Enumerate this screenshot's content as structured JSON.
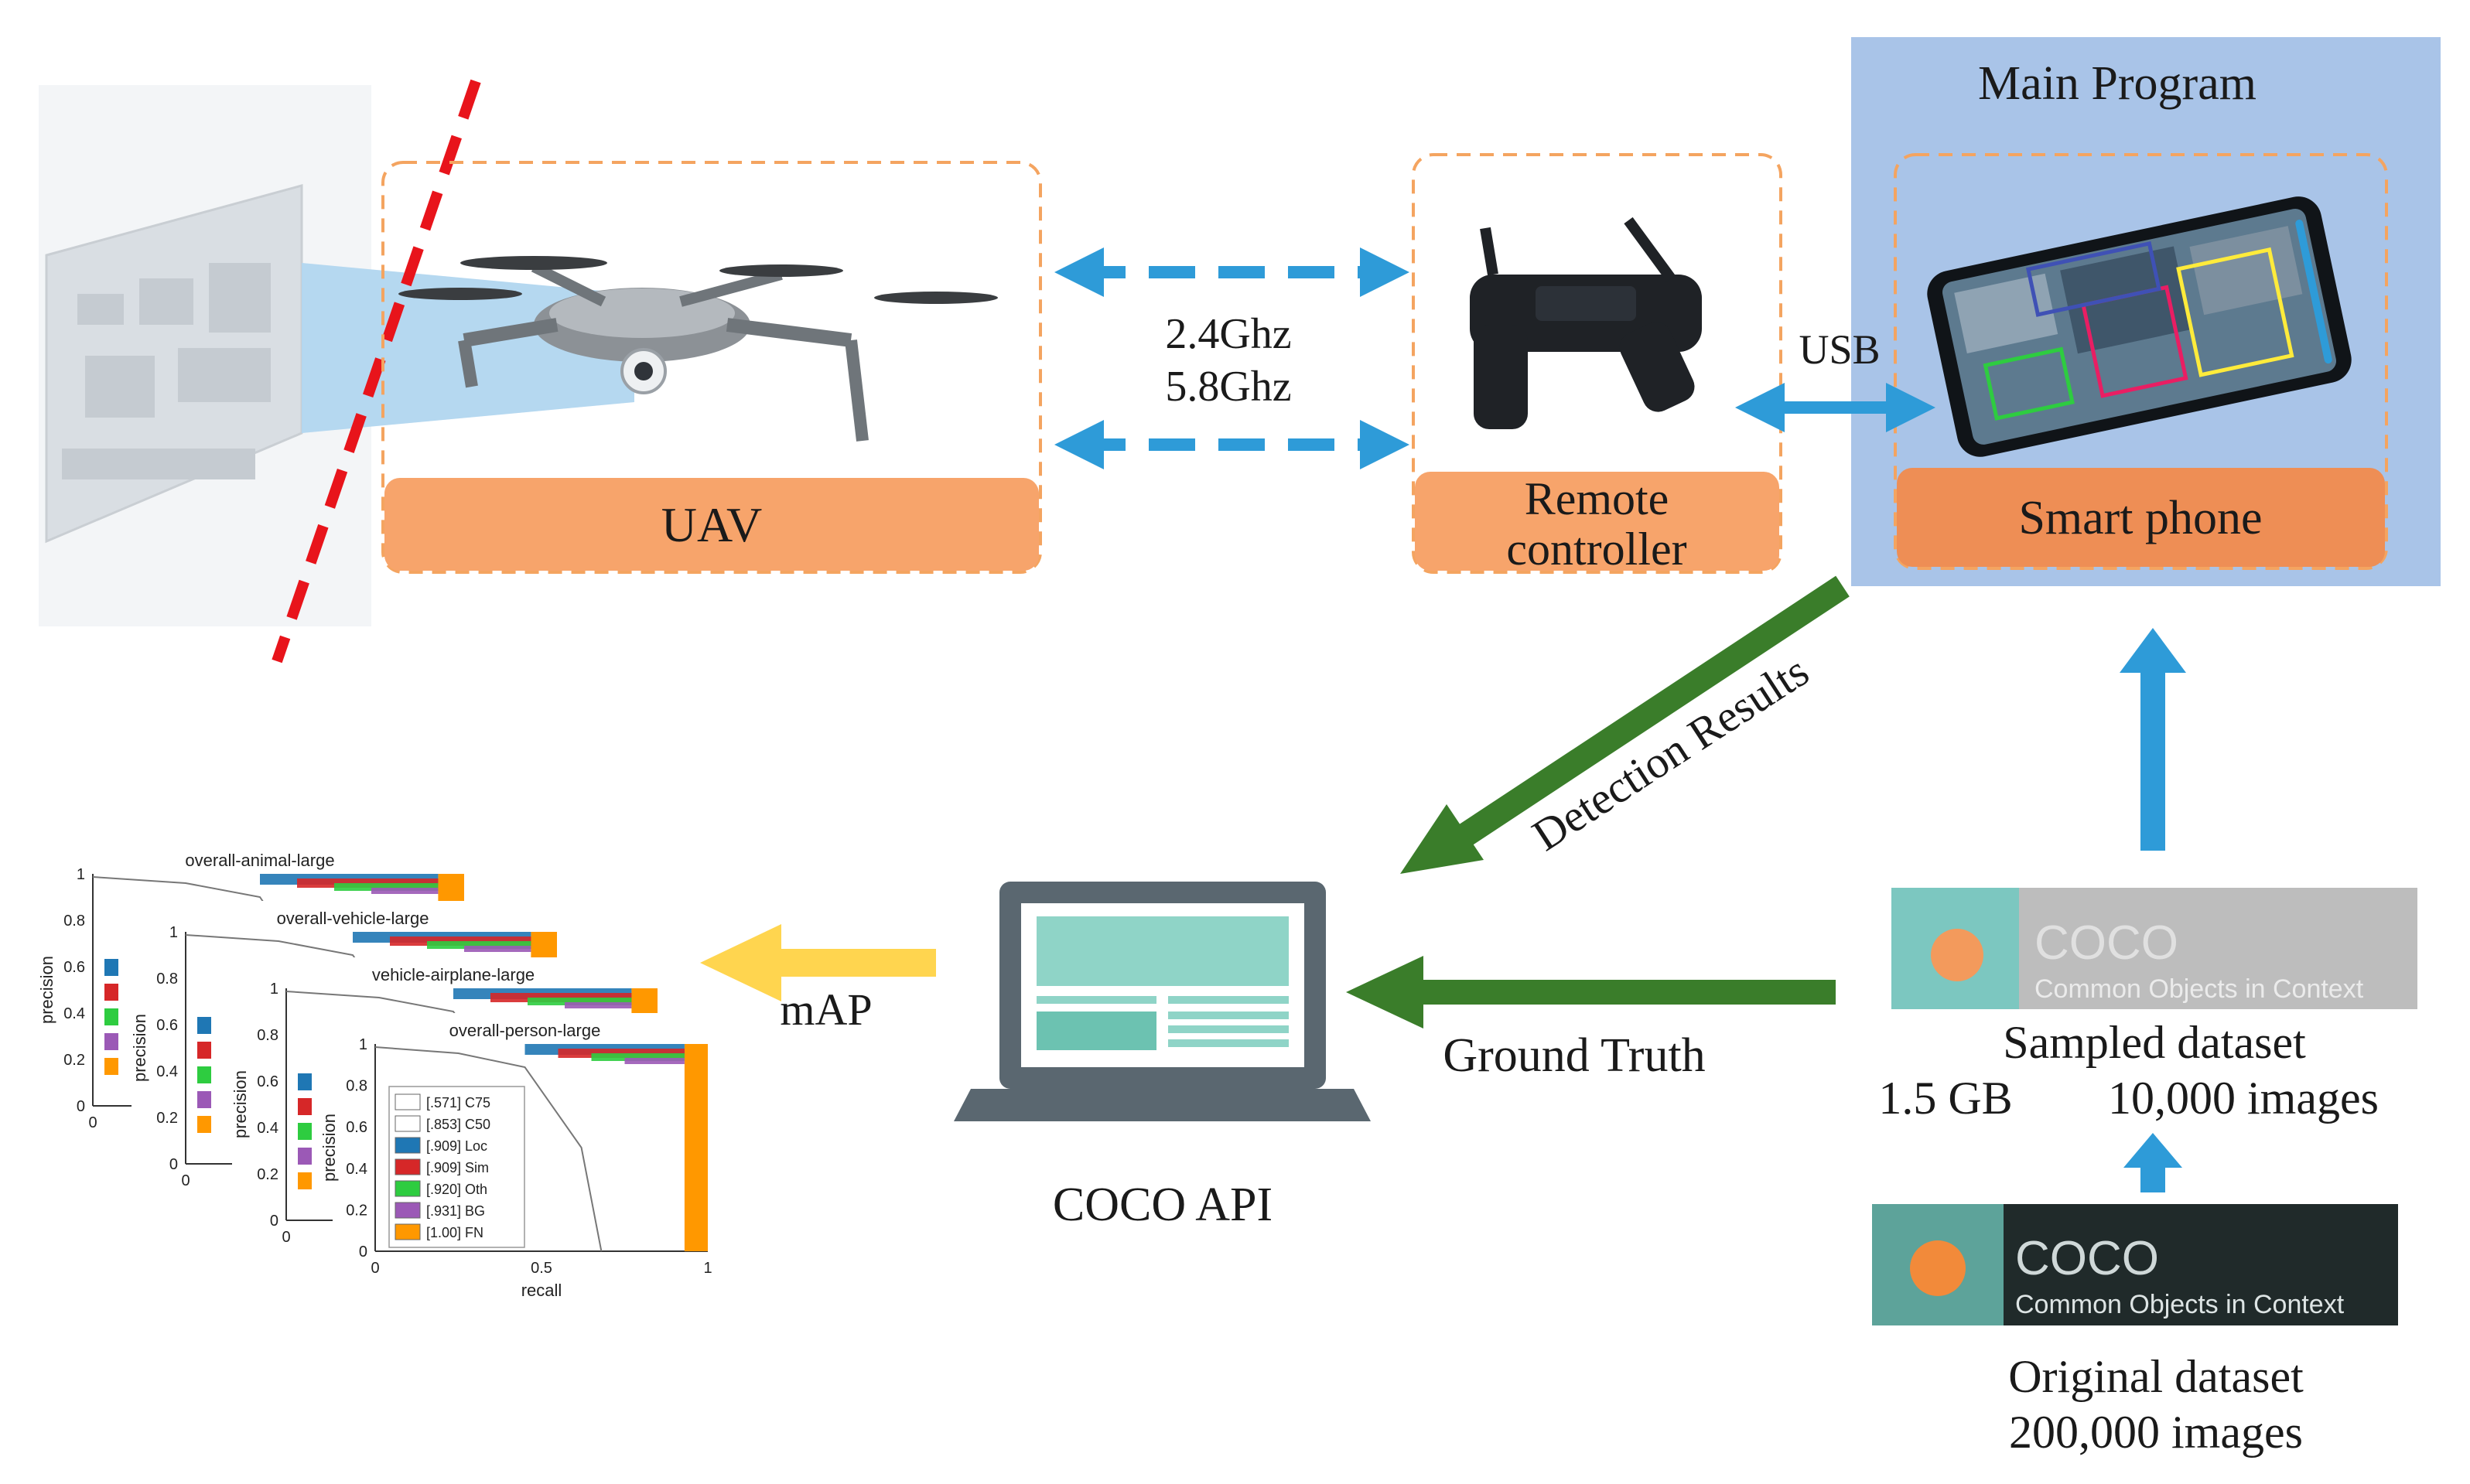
{
  "main_program": {
    "title": "Main Program"
  },
  "uav": {
    "label": "UAV"
  },
  "remote": {
    "label_line1": "Remote",
    "label_line2": "controller"
  },
  "smartphone": {
    "label": "Smart phone"
  },
  "link": {
    "freq1": "2.4Ghz",
    "freq2": "5.8Ghz",
    "usb": "USB"
  },
  "flows": {
    "detection": "Detection Results",
    "ground_truth": "Ground Truth",
    "map": "mAP"
  },
  "laptop": {
    "label": "COCO API"
  },
  "sampled": {
    "logo_title": "COCO",
    "logo_subtitle": "Common Objects in Context",
    "label": "Sampled  dataset",
    "size": "1.5 GB",
    "count": "10,000 images"
  },
  "original": {
    "logo_title": "COCO",
    "logo_subtitle": "Common Objects in Context",
    "label": "Original  dataset",
    "count": "200,000 images"
  },
  "colors": {
    "orange_dash": "#f4a460",
    "orange_fill": "#f7a46b",
    "blue_panel": "#a9c4e8",
    "arrow_blue": "#2e9bd8",
    "arrow_green": "#3a7d2a",
    "arrow_yellow": "#ffd54f",
    "red_dash": "#e8141b",
    "laptop": "#5a6770",
    "laptop_screen": "#8fd4c7"
  },
  "charts": [
    {
      "title": "overall-animal-large",
      "yticks": [
        "1",
        "0.8",
        "0.6",
        "0.4",
        "0.2",
        "0"
      ],
      "ylabel": "precision",
      "xticks": [
        "0"
      ]
    },
    {
      "title": "overall-vehicle-large",
      "yticks": [
        "1",
        "0.8",
        "0.6",
        "0.4",
        "0.2",
        "0"
      ],
      "ylabel": "precision",
      "xticks": [
        "0"
      ]
    },
    {
      "title": "vehicle-airplane-large",
      "yticks": [
        "1",
        "0.8",
        "0.6",
        "0.4",
        "0.2",
        "0"
      ],
      "ylabel": "precision",
      "xticks": [
        "0"
      ]
    },
    {
      "title": "overall-person-large",
      "yticks": [
        "1",
        "0.8",
        "0.6",
        "0.4",
        "0.2",
        "0"
      ],
      "ylabel": "precision",
      "xlabel": "recall",
      "xticks": [
        "0",
        "0.5",
        "1"
      ],
      "legend": [
        {
          "label": "[.571] C75",
          "color": "#ffffff"
        },
        {
          "label": "[.853] C50",
          "color": "#ffffff"
        },
        {
          "label": "[.909] Loc",
          "color": "#1f77b4"
        },
        {
          "label": "[.909] Sim",
          "color": "#d62728"
        },
        {
          "label": "[.920] Oth",
          "color": "#2ecc40"
        },
        {
          "label": "[.931] BG",
          "color": "#9b59b6"
        },
        {
          "label": "[1.00] FN",
          "color": "#ff9800"
        }
      ]
    }
  ]
}
